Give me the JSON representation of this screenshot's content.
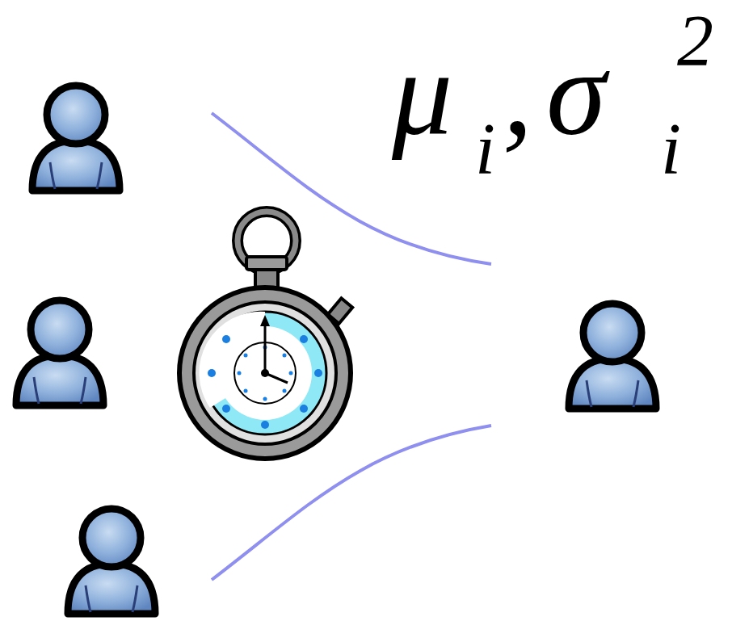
{
  "diagram": {
    "labels": [
      "μ",
      "i",
      ",",
      "σ",
      "i",
      "2"
    ]
  }
}
